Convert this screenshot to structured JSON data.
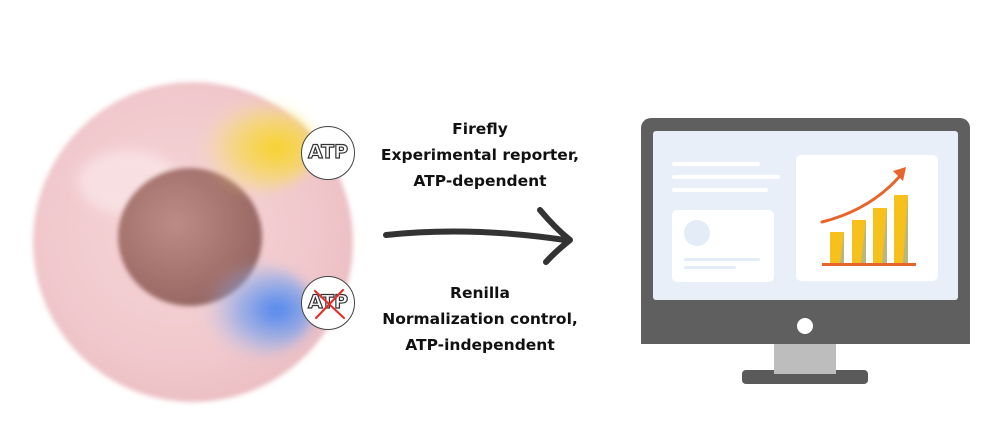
{
  "firefly": {
    "name": "Firefly",
    "role": "Experimental reporter,",
    "dependency": "ATP-dependent",
    "badge": "ATP"
  },
  "renilla": {
    "name": "Renilla",
    "role": "Normalization control,",
    "dependency": "ATP-independent",
    "badge": "ATP"
  },
  "colors": {
    "cell": "#f2c9cd",
    "nucleus": "#a9766f",
    "firefly_glow": "#f7d21a",
    "renilla_glow": "#4a86ef",
    "cross": "#e0312d",
    "monitor_frame": "#5f5f5f",
    "monitor_screen": "#e8eff8",
    "bar": "#f6c11c",
    "trend_arrow": "#e8642a"
  },
  "icons": {
    "arrow": "right-arrow-icon",
    "monitor": "monitor-icon",
    "chart": "bar-chart-icon",
    "cross": "cross-icon"
  }
}
